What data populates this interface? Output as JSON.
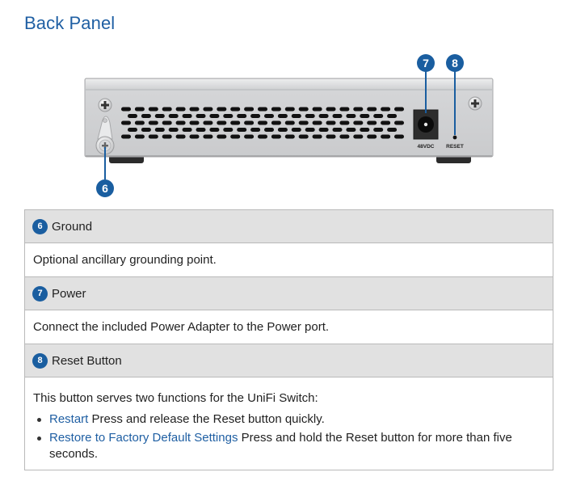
{
  "section_title": "Back Panel",
  "figure": {
    "callouts": [
      "6",
      "7",
      "8"
    ],
    "port_labels": {
      "power": "48VDC",
      "reset": "RESET"
    },
    "colors": {
      "callout": "#1a5ea0",
      "chassis": "#d2d3d5",
      "chassis_top": "#e4e5e6",
      "vent": "#111111"
    }
  },
  "table": {
    "items": [
      {
        "number": "6",
        "title": "Ground",
        "description": "Optional ancillary grounding point."
      },
      {
        "number": "7",
        "title": "Power",
        "description": "Connect the included Power Adapter to the Power port."
      },
      {
        "number": "8",
        "title": "Reset Button",
        "intro": "This button serves two functions for the UniFi Switch:",
        "bullets": [
          {
            "term": "Restart",
            "text": " Press and release the Reset button quickly."
          },
          {
            "term": "Restore to Factory Default Settings",
            "text": " Press and hold the Reset button for more than five seconds."
          }
        ]
      }
    ]
  },
  "colors": {
    "accent": "#1f5fa3",
    "header_bg": "#e1e1e1",
    "border": "#b9b9b9"
  }
}
